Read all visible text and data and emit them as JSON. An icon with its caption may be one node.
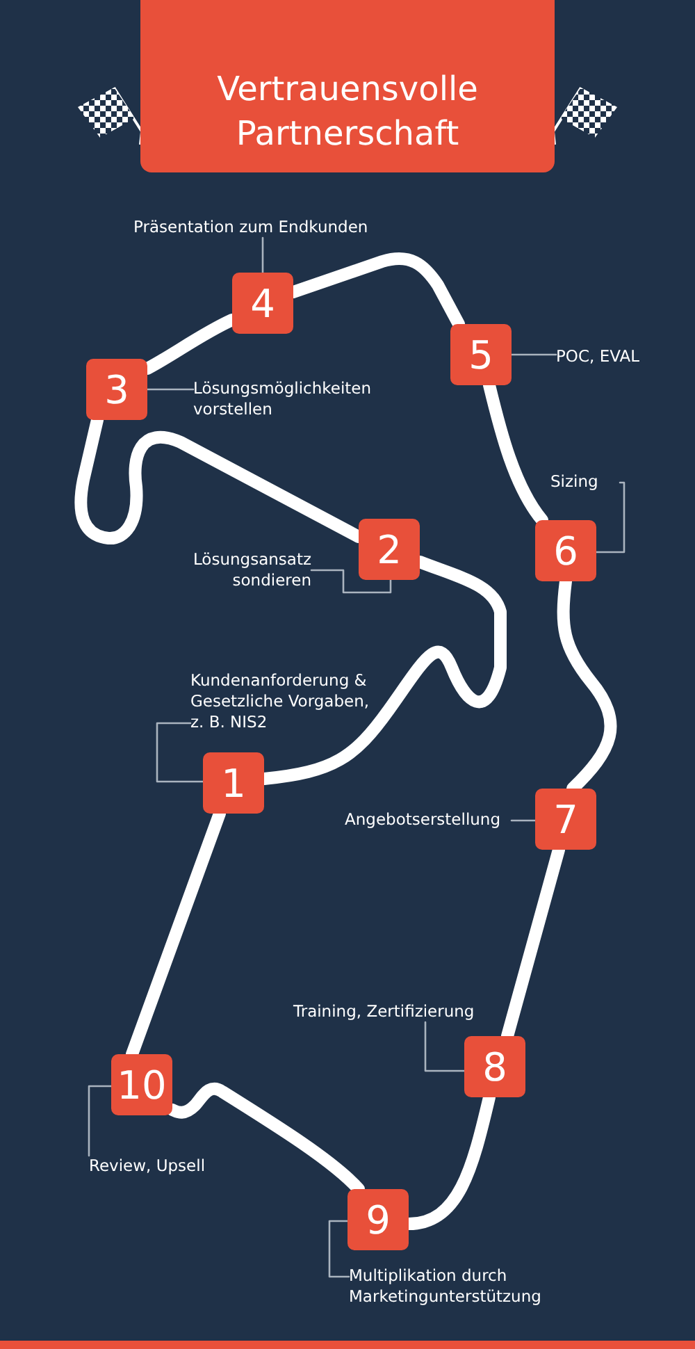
{
  "diagram": {
    "title": "Vertrauensvolle Partnerschaft",
    "nodes": [
      {
        "text": [
          "1"
        ]
      },
      {
        "text": [
          "2"
        ]
      },
      {
        "text": [
          "3"
        ]
      },
      {
        "text": [
          "4"
        ]
      },
      {
        "text": [
          "5"
        ]
      },
      {
        "text": [
          "6"
        ]
      },
      {
        "text": [
          "7"
        ]
      },
      {
        "text": [
          "8"
        ]
      },
      {
        "text": [
          "9"
        ]
      },
      {
        "text": [
          "10"
        ]
      },
      {
        "text": [
          "Kundenanforderung & Gesetzliche Vorgaben, z. B. NIS2"
        ]
      },
      {
        "text": [
          "Lösungsansatz sondieren"
        ]
      },
      {
        "text": [
          "Lösungsmöglichkeiten vorstellen"
        ]
      },
      {
        "text": [
          "Präsentation zum Endkunden"
        ]
      },
      {
        "text": [
          "POC, EVAL"
        ]
      },
      {
        "text": [
          "Sizing"
        ]
      },
      {
        "text": [
          "Angebotserstellung"
        ]
      },
      {
        "text": [
          "Training, Zertifizierung"
        ]
      },
      {
        "text": [
          "Multiplikation durch Marketingunterstützung"
        ]
      },
      {
        "text": [
          "Review, Upsell"
        ]
      }
    ],
    "edges": [
      {
        "from": 0,
        "to": 1,
        "arrow": "none",
        "style": "thick"
      },
      {
        "from": 1,
        "to": 2,
        "arrow": "none",
        "style": "thick"
      },
      {
        "from": 2,
        "to": 3,
        "arrow": "none",
        "style": "thick"
      },
      {
        "from": 3,
        "to": 4,
        "arrow": "none",
        "style": "thick"
      },
      {
        "from": 4,
        "to": 5,
        "arrow": "none",
        "style": "thick"
      },
      {
        "from": 5,
        "to": 6,
        "arrow": "none",
        "style": "thick"
      },
      {
        "from": 6,
        "to": 7,
        "arrow": "none",
        "style": "thick"
      },
      {
        "from": 7,
        "to": 8,
        "arrow": "none",
        "style": "thick"
      },
      {
        "from": 8,
        "to": 9,
        "arrow": "none",
        "style": "thick"
      },
      {
        "from": 9,
        "to": 0,
        "arrow": "none",
        "style": "thick"
      },
      {
        "from": 10,
        "to": 0,
        "arrow": "none",
        "color": "#aab4bf"
      },
      {
        "from": 11,
        "to": 1,
        "arrow": "none",
        "color": "#aab4bf"
      },
      {
        "from": 12,
        "to": 2,
        "arrow": "none",
        "color": "#aab4bf"
      },
      {
        "from": 13,
        "to": 3,
        "arrow": "none",
        "color": "#aab4bf"
      },
      {
        "from": 14,
        "to": 4,
        "arrow": "none",
        "color": "#aab4bf"
      },
      {
        "from": 15,
        "to": 5,
        "arrow": "none",
        "color": "#aab4bf"
      },
      {
        "from": 16,
        "to": 6,
        "arrow": "none",
        "color": "#aab4bf"
      },
      {
        "from": 17,
        "to": 7,
        "arrow": "none",
        "color": "#aab4bf"
      },
      {
        "from": 18,
        "to": 8,
        "arrow": "none",
        "color": "#aab4bf"
      },
      {
        "from": 19,
        "to": 9,
        "arrow": "none",
        "color": "#aab4bf"
      }
    ]
  }
}
